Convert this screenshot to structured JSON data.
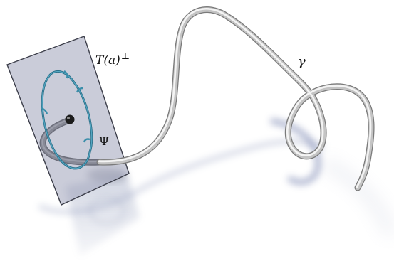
{
  "labels": {
    "normal_plane": "T(a)",
    "normal_plane_superscript": "⊥",
    "curve": "γ",
    "loop": "Ψ"
  },
  "colors": {
    "background": "#ffffff",
    "plane_fill": "#9ea2ba",
    "plane_stroke": "#3c3e4a",
    "curve_light": "#f4f4f4",
    "curve_mid": "#c4c4c4",
    "curve_dark": "#6e6e6e",
    "loop": "#3a8eaa",
    "shadow": "#a8b0c8"
  }
}
